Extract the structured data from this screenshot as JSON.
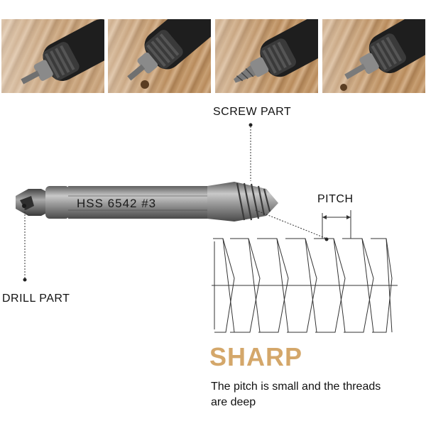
{
  "photos": [
    {
      "label": "drill-step-1"
    },
    {
      "label": "drill-step-2"
    },
    {
      "label": "drill-step-3"
    },
    {
      "label": "drill-step-4"
    }
  ],
  "labels": {
    "screw_part": "SCREW PART",
    "drill_part": "DRILL PART",
    "pitch": "PITCH",
    "bit_engraving": "HSS 6542 #3"
  },
  "headline": "SHARP",
  "description": "The pitch is small and the threads are deep",
  "colors": {
    "headline": "#d4a76a",
    "text": "#111111",
    "bit_metal": "#8a8a8a",
    "wood": "#c49a6c"
  }
}
